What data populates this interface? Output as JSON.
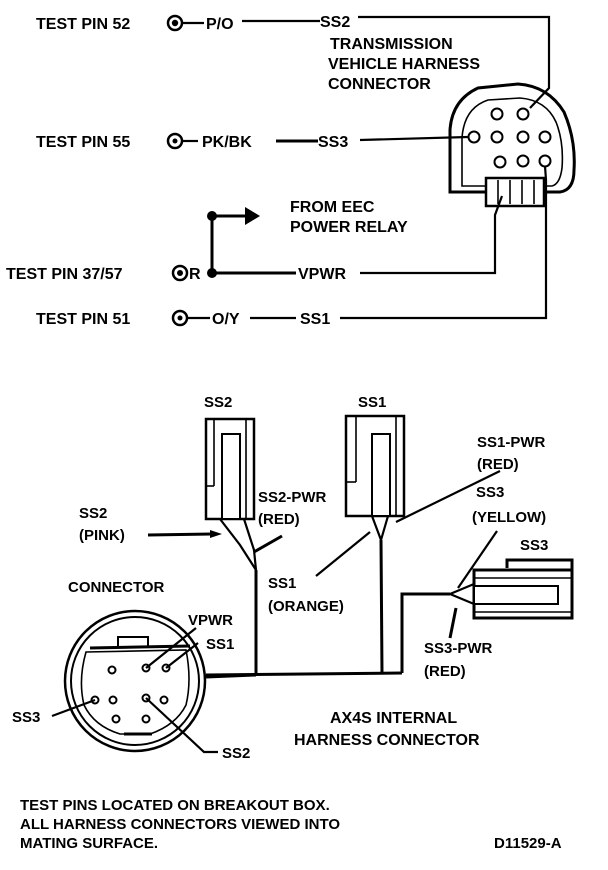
{
  "top_diagram": {
    "test_pins": [
      {
        "label": "TEST PIN 52",
        "wire_color": "P/O",
        "signal": "SS2"
      },
      {
        "label": "TEST PIN 55",
        "wire_color": "PK/BK",
        "signal": "SS3"
      },
      {
        "label": "TEST PIN 37/57",
        "wire_color": "R",
        "signal": "VPWR"
      },
      {
        "label": "TEST PIN 51",
        "wire_color": "O/Y",
        "signal": "SS1"
      }
    ],
    "connector_title": [
      "TRANSMISSION",
      "VEHICLE HARNESS",
      "CONNECTOR"
    ],
    "power_relay_label": [
      "FROM EEC",
      "POWER RELAY"
    ]
  },
  "bottom_diagram": {
    "solenoids": [
      {
        "name": "SS2",
        "wire_label": "SS2",
        "wire_color": "(PINK)",
        "pwr_label": "SS2-PWR",
        "pwr_color": "(RED)"
      },
      {
        "name": "SS1",
        "wire_label": "SS1",
        "wire_color": "(ORANGE)",
        "pwr_label": "SS1-PWR",
        "pwr_color": "(RED)"
      },
      {
        "name": "SS3",
        "wire_label": "SS3",
        "wire_color": "(YELLOW)",
        "pwr_label": "SS3-PWR",
        "pwr_color": "(RED)"
      }
    ],
    "connector_label": "CONNECTOR",
    "round_connector_pins": [
      "VPWR",
      "SS1",
      "SS3",
      "SS2"
    ],
    "internal_harness_title": [
      "AX4S INTERNAL",
      "HARNESS CONNECTOR"
    ]
  },
  "footer": {
    "notes": [
      "TEST PINS LOCATED ON BREAKOUT BOX.",
      "ALL HARNESS CONNECTORS VIEWED INTO",
      "MATING SURFACE."
    ],
    "figure_id": "D11529-A"
  }
}
